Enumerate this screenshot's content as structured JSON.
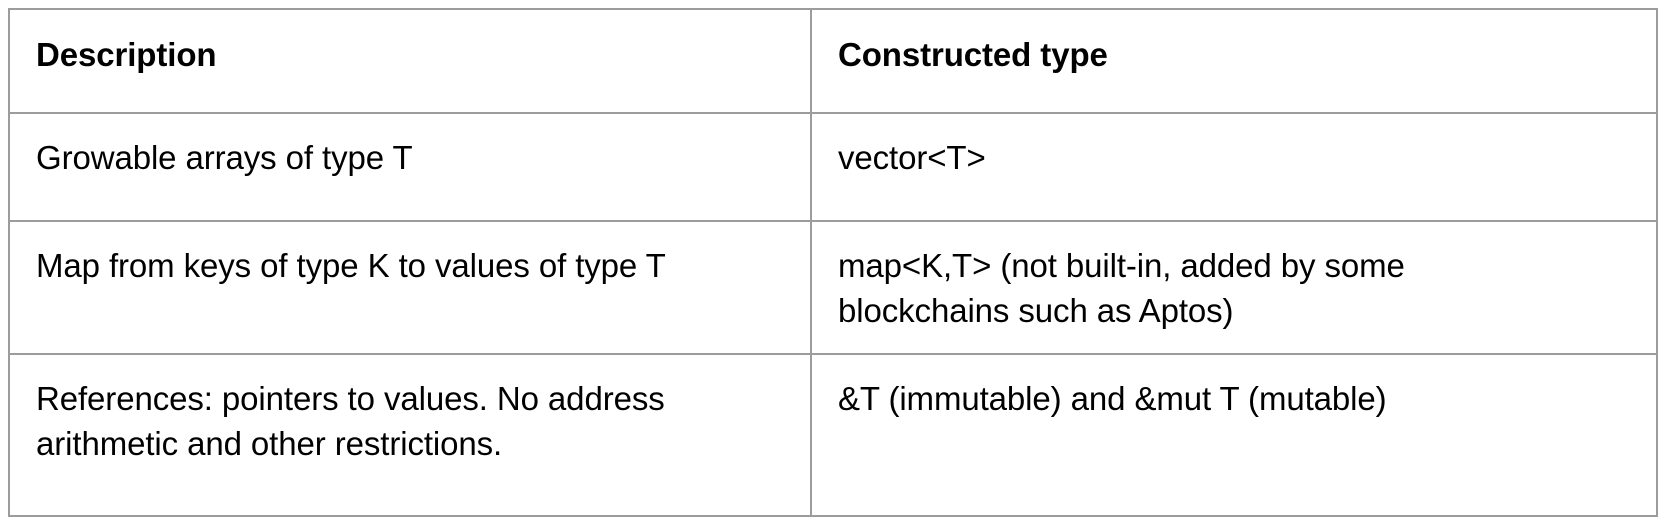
{
  "table": {
    "columns": [
      {
        "key": "description",
        "label": "Description"
      },
      {
        "key": "constructed_type",
        "label": "Constructed type"
      }
    ],
    "rows": [
      {
        "description": "Growable arrays of type T",
        "constructed_type": "vector<T>"
      },
      {
        "description": "Map from keys of type K to values of type T",
        "constructed_type": "map<K,T> (not built-in, added by some\nblockchains such as Aptos)"
      },
      {
        "description": "References: pointers to values. No address\narithmetic and other restrictions.",
        "constructed_type": "&T (immutable) and &mut T (mutable)"
      }
    ],
    "style": {
      "border_color": "#9c9c9c",
      "background": "#ffffff",
      "text_color": "#000000"
    }
  }
}
